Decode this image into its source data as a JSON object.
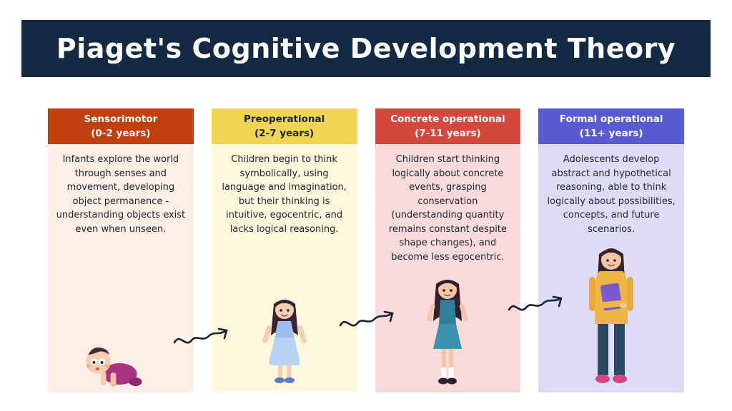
{
  "title": "Piaget's Cognitive Development Theory",
  "banner_color": "#142a43",
  "stages": [
    {
      "name": "Sensorimotor",
      "age_range": "(0-2 years)",
      "description": "Infants explore the world through senses and movement, developing object permanence - understanding objects exist even when unseen.",
      "header_color": "#c04010",
      "header_text_color": "#ffffff",
      "body_color": "#fdeee6",
      "figure": "crawling-baby-illustration"
    },
    {
      "name": "Preoperational",
      "age_range": "(2-7 years)",
      "description": "Children begin to think symbolically, using language and imagination, but their thinking is intuitive, egocentric, and lacks logical reasoning.",
      "header_color": "#f2d454",
      "header_text_color": "#17263b",
      "body_color": "#fdf7de",
      "figure": "young-girl-illustration"
    },
    {
      "name": "Concrete operational",
      "age_range": "(7-11 years)",
      "description": "Children start thinking logically about concrete events, grasping conservation (understanding quantity remains constant despite shape changes), and become less egocentric.",
      "header_color": "#d5493d",
      "header_text_color": "#ffffff",
      "body_color": "#f8dada",
      "figure": "school-girl-illustration"
    },
    {
      "name": "Formal operational",
      "age_range": "(11+ years)",
      "description": "Adolescents develop abstract and hypothetical reasoning, able to think logically about possibilities, concepts, and future scenarios.",
      "header_color": "#5a5ad2",
      "header_text_color": "#ffffff",
      "body_color": "#dedcf4",
      "figure": "teenager-illustration"
    }
  ]
}
